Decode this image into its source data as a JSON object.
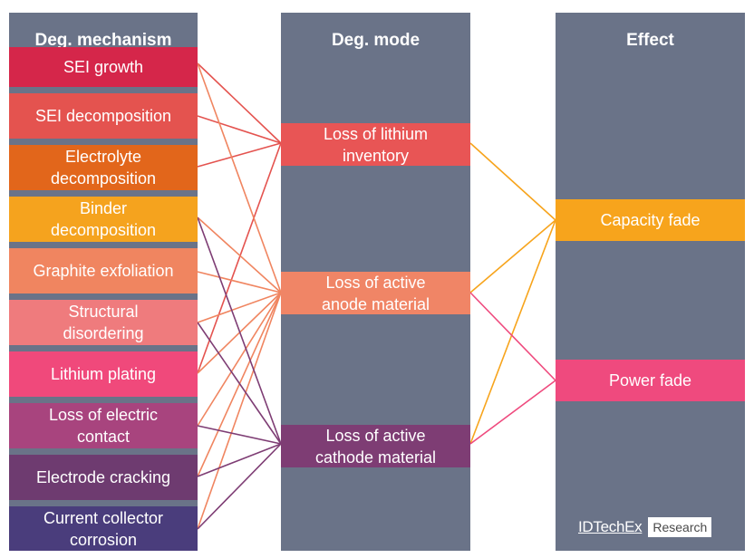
{
  "headers": {
    "mechanism": "Deg. mechanism",
    "mode": "Deg. mode",
    "effect": "Effect"
  },
  "mechanisms": [
    {
      "label": "SEI growth",
      "color": "#d5264a"
    },
    {
      "label": "SEI decomposition",
      "color": "#e4534f"
    },
    {
      "label": "Electrolyte decomposition",
      "color": "#e2661b"
    },
    {
      "label": "Binder decomposition",
      "color": "#f5a31e"
    },
    {
      "label": "Graphite exfoliation",
      "color": "#f08560"
    },
    {
      "label": "Structural disordering",
      "color": "#ef7b7d"
    },
    {
      "label": "Lithium plating",
      "color": "#f0497b"
    },
    {
      "label": "Loss of electric contact",
      "color": "#a8447e"
    },
    {
      "label": "Electrode cracking",
      "color": "#6e3b70"
    },
    {
      "label": "Current collector corrosion",
      "color": "#4a3d7c"
    }
  ],
  "modes": [
    {
      "label": "Loss of lithium inventory",
      "color": "#e85555"
    },
    {
      "label": "Loss of active anode material",
      "color": "#f08566"
    },
    {
      "label": "Loss of active cathode material",
      "color": "#7e3d74"
    }
  ],
  "effects": [
    {
      "label": "Capacity fade",
      "color": "#f7a41c"
    },
    {
      "label": "Power fade",
      "color": "#ef4a7e"
    }
  ],
  "links_mechanism_mode": [
    {
      "from": 0,
      "to": 0,
      "color": "#e4534f"
    },
    {
      "from": 1,
      "to": 0,
      "color": "#e4534f"
    },
    {
      "from": 2,
      "to": 0,
      "color": "#e4534f"
    },
    {
      "from": 6,
      "to": 0,
      "color": "#e4534f"
    },
    {
      "from": 0,
      "to": 1,
      "color": "#f08560"
    },
    {
      "from": 3,
      "to": 1,
      "color": "#f08560"
    },
    {
      "from": 4,
      "to": 1,
      "color": "#f08560"
    },
    {
      "from": 5,
      "to": 1,
      "color": "#f08560"
    },
    {
      "from": 6,
      "to": 1,
      "color": "#f08560"
    },
    {
      "from": 7,
      "to": 1,
      "color": "#f08560"
    },
    {
      "from": 8,
      "to": 1,
      "color": "#f08560"
    },
    {
      "from": 9,
      "to": 1,
      "color": "#f08560"
    },
    {
      "from": 3,
      "to": 2,
      "color": "#7e3d74"
    },
    {
      "from": 5,
      "to": 2,
      "color": "#7e3d74"
    },
    {
      "from": 7,
      "to": 2,
      "color": "#7e3d74"
    },
    {
      "from": 8,
      "to": 2,
      "color": "#7e3d74"
    },
    {
      "from": 9,
      "to": 2,
      "color": "#7e3d74"
    }
  ],
  "links_mode_effect": [
    {
      "from": 0,
      "to": 0,
      "color": "#f7a41c"
    },
    {
      "from": 1,
      "to": 0,
      "color": "#f7a41c"
    },
    {
      "from": 2,
      "to": 0,
      "color": "#f7a41c"
    },
    {
      "from": 1,
      "to": 1,
      "color": "#ef4a7e"
    },
    {
      "from": 2,
      "to": 1,
      "color": "#ef4a7e"
    }
  ],
  "brand": {
    "name": "IDTechEx",
    "tag": "Research"
  }
}
